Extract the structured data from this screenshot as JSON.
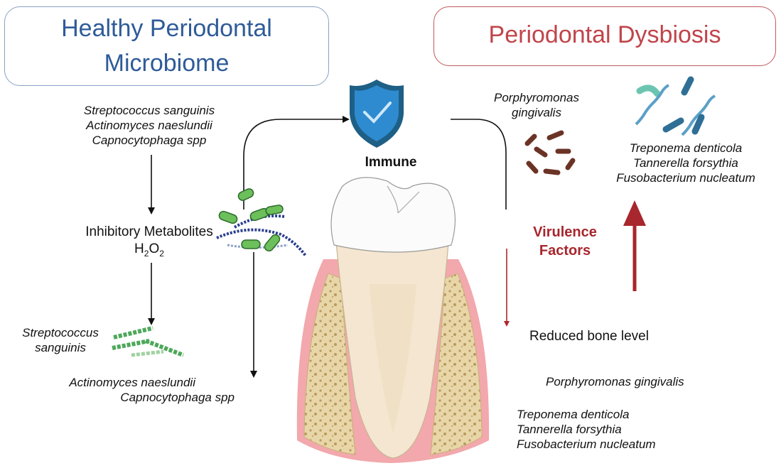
{
  "healthy": {
    "title_line1": "Healthy Periodontal",
    "title_line2": "Microbiome",
    "species": [
      "Streptococcus sanguinis",
      "Actinomyces naeslundii",
      "Capnocytophaga spp"
    ],
    "metabolites_label": "Inhibitory Metabolites",
    "metabolite_formula": {
      "h": "H",
      "sub1": "2",
      "o": "O",
      "sub2": "2"
    },
    "streptococcus": [
      "Streptococcus",
      "sanguinis"
    ],
    "bottom_species": [
      "Actinomyces naeslundii",
      "Capnocytophaga spp"
    ]
  },
  "immune": {
    "label": "Immune"
  },
  "dysbiosis": {
    "title": "Periodontal Dysbiosis",
    "porphyromonas": [
      "Porphyromonas",
      "gingivalis"
    ],
    "species": [
      "Treponema denticola",
      "Tannerella forsythia",
      "Fusobacterium nucleatum"
    ],
    "virulence": [
      "Virulence",
      "Factors"
    ],
    "reduced_bone": "Reduced bone level",
    "bottom_porphyromonas": "Porphyromonas gingivalis",
    "bottom_species": [
      "Treponema denticola",
      "Tannerella forsythia",
      "Fusobacterium nucleatum"
    ]
  },
  "colors": {
    "healthy": "#2e5b99",
    "dysbiosis": "#c0454b",
    "virulence": "#a8262d",
    "shield": "#2e8bd0"
  }
}
